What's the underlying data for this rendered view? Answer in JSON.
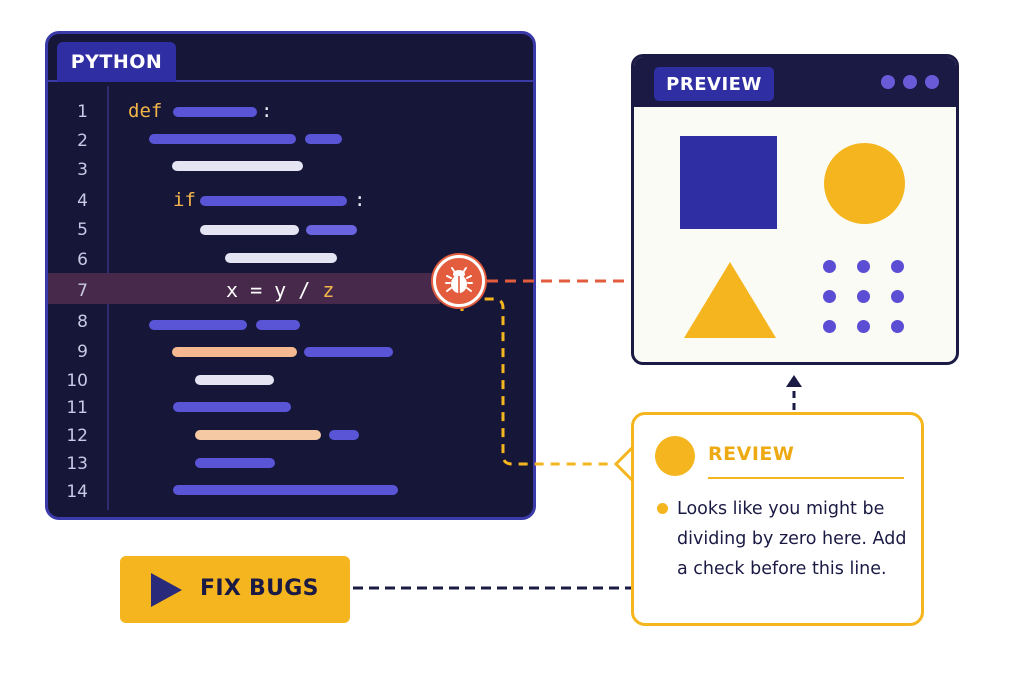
{
  "editor": {
    "tab_label": "PYTHON",
    "line_numbers": [
      "1",
      "2",
      "3",
      "4",
      "5",
      "6",
      "7",
      "8",
      "9",
      "10",
      "11",
      "12",
      "13",
      "14"
    ],
    "keyword_def": "def",
    "keyword_if": "if",
    "colon": ":",
    "highlighted_line": {
      "left": "x = y / ",
      "divisor": "z"
    },
    "bug_icon": "bug-icon"
  },
  "preview": {
    "tab_label": "PREVIEW"
  },
  "review": {
    "title": "REVIEW",
    "message": "Looks like you might be dividing by zero here. Add a check before this line."
  },
  "action": {
    "label": "FIX BUGS",
    "icon": "play-icon"
  },
  "colors": {
    "accent_yellow": "#f5b51e",
    "bug_red": "#e25c3d",
    "navy": "#1a1a44",
    "indigo": "#2f2fa3"
  }
}
